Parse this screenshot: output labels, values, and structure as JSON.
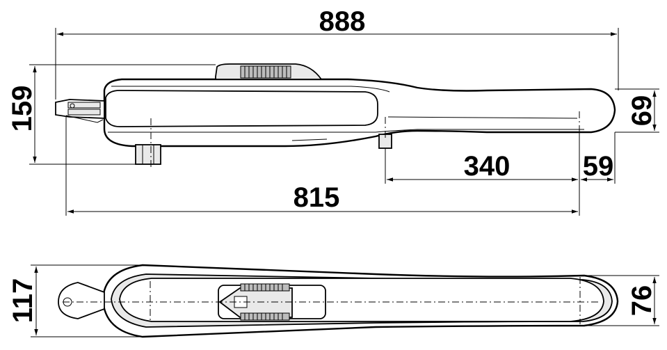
{
  "dimensions": {
    "overall_length": "888",
    "height_side": "159",
    "arm_height": "69",
    "bracket_spacing": "340",
    "rear_offset": "59",
    "base_length": "815",
    "width_top": "117",
    "arm_width": "76"
  },
  "colors": {
    "line": "#000000",
    "background": "#ffffff",
    "shade": "#e9e9e9",
    "dark_shade": "#bdbdbd"
  }
}
